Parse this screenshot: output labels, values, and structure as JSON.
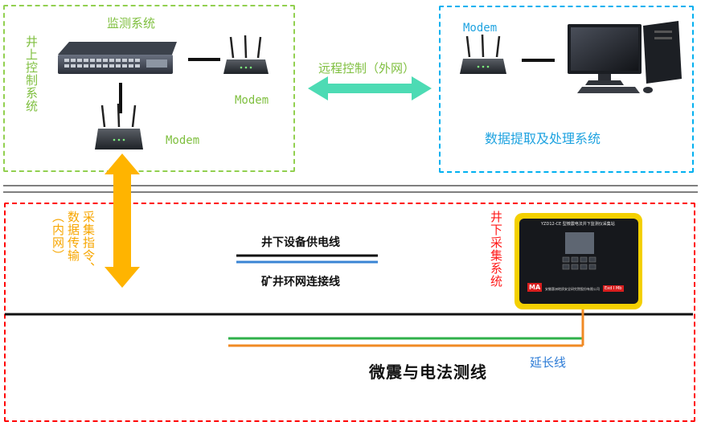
{
  "surface_system": {
    "title": "监测系统",
    "side_label": "井上控制系统",
    "modem_right": "Modem",
    "modem_bottom": "Modem"
  },
  "data_system": {
    "modem": "Modem",
    "caption": "数据提取及处理系统"
  },
  "remote_link": {
    "label": "远程控制（外网）"
  },
  "underground": {
    "side_label": "井下采集系统",
    "vertical_label_col1": "采集指令、",
    "vertical_label_col2": "数据传输",
    "vertical_label_col3": "（内网）",
    "legend_power": "井下设备供电线",
    "legend_ring": "矿井环网连接线",
    "survey_line": "微震与电法测线",
    "extension": "延长线",
    "device": {
      "panel_title": "YZD12-CE 型微震电法井下监测仪采集站",
      "brand": "MA",
      "footer": "安徽惠洲地质安全研究院股份有限公司",
      "badge": "Exd I Mb"
    }
  },
  "colors": {
    "green": "#92d050",
    "blue": "#00b0f0",
    "red": "#ff0000",
    "orange": "#f7a600",
    "arrow_green": "#4ddbb4"
  }
}
